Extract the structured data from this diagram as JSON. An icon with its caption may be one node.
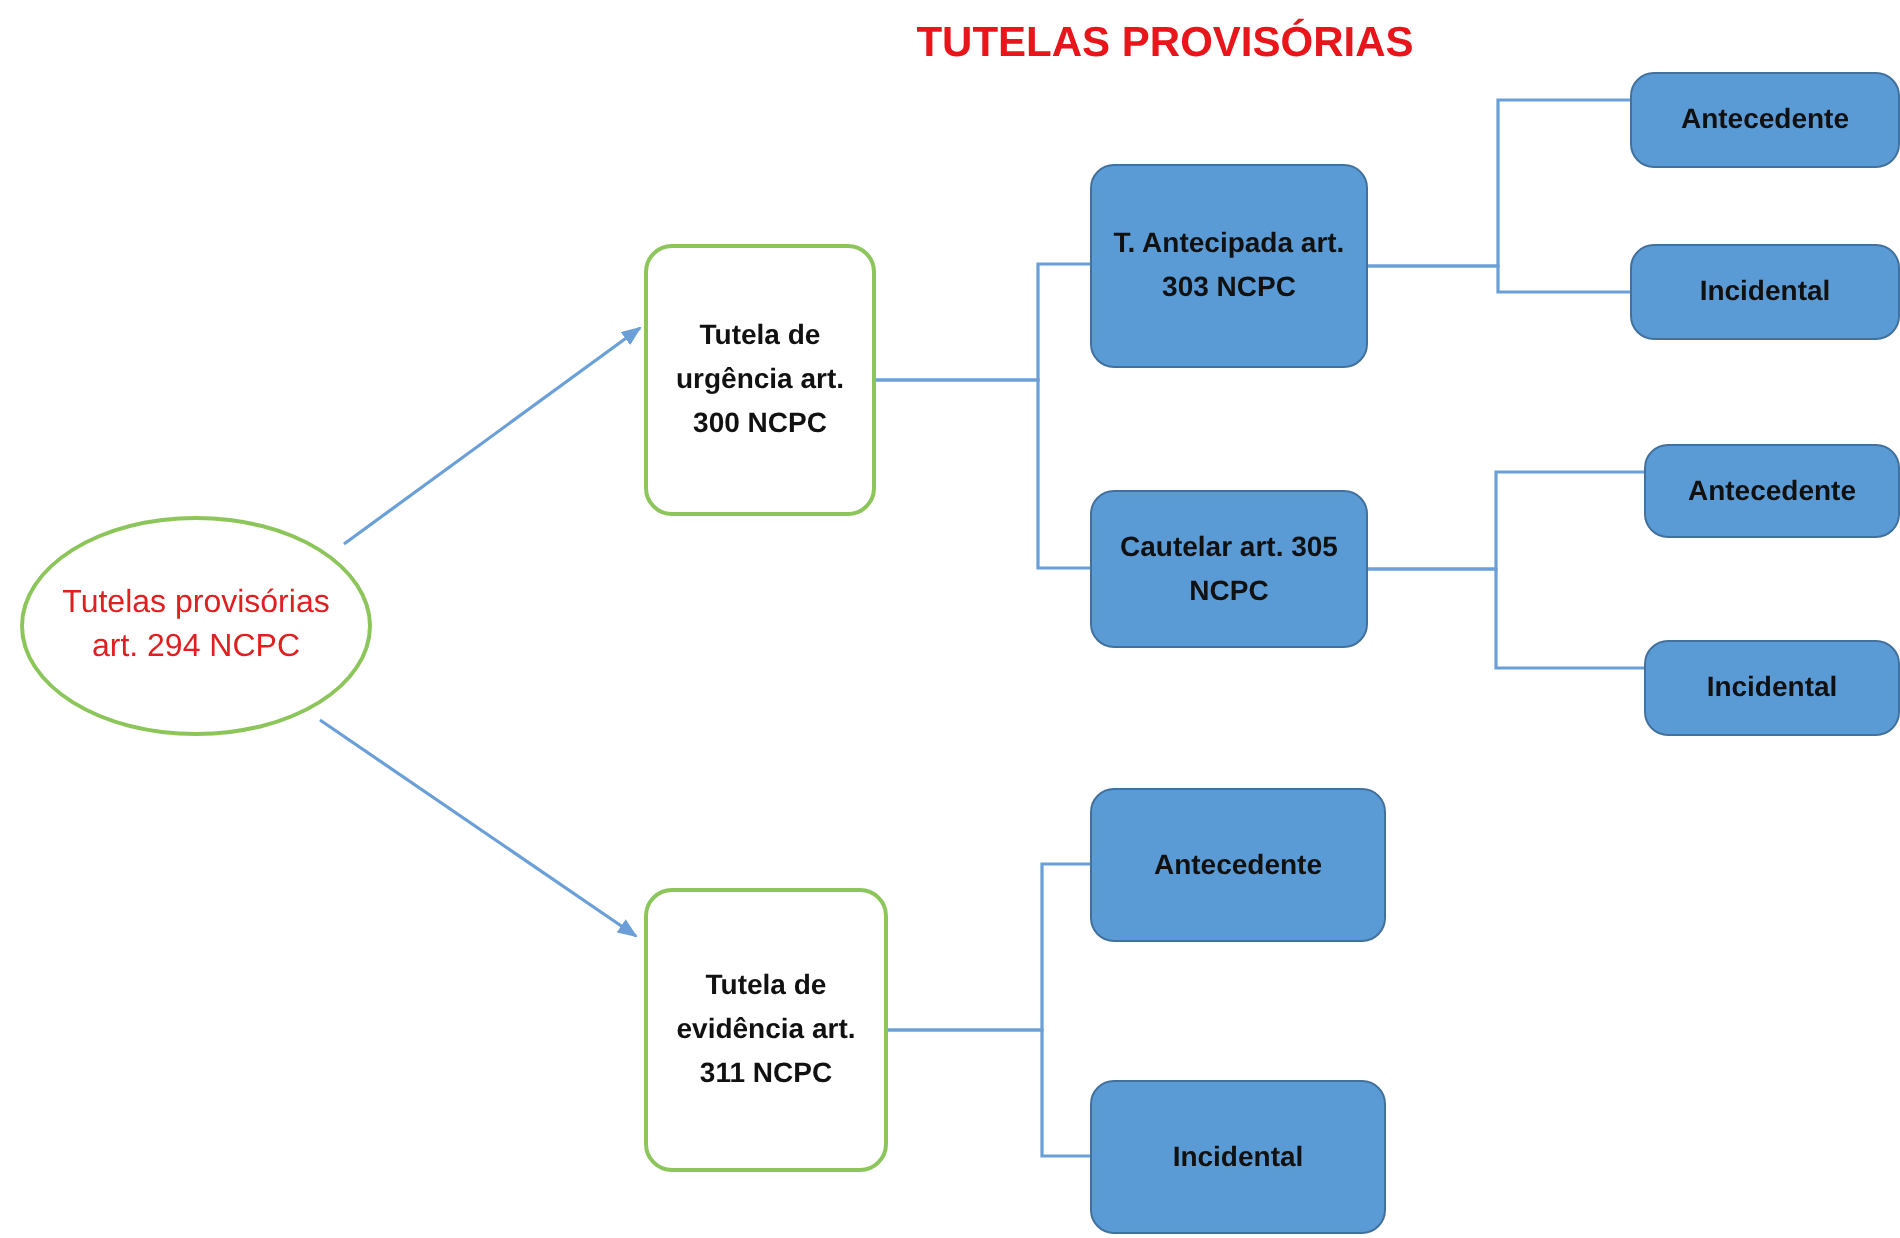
{
  "diagram": {
    "title": "TUTELAS PROVISÓRIAS",
    "nodes": [
      {
        "text": [
          "Tutelas provisórias art. 294 NCPC"
        ]
      },
      {
        "text": [
          "Tutela de urgência art. 300 NCPC"
        ]
      },
      {
        "text": [
          "Tutela de evidência art. 311 NCPC"
        ]
      },
      {
        "text": [
          "T. Antecipada art. 303 NCPC"
        ]
      },
      {
        "text": [
          "Cautelar art. 305 NCPC"
        ]
      },
      {
        "text": [
          "Antecedente"
        ]
      },
      {
        "text": [
          "Incidental"
        ]
      },
      {
        "text": [
          "Antecedente"
        ]
      },
      {
        "text": [
          "Incidental"
        ]
      },
      {
        "text": [
          "Antecedente"
        ]
      },
      {
        "text": [
          "Incidental"
        ]
      }
    ],
    "edges": [
      {
        "from": 0,
        "to": 1,
        "arrow": "to"
      },
      {
        "from": 0,
        "to": 2,
        "arrow": "to"
      },
      {
        "from": 1,
        "to": 3,
        "arrow": "none"
      },
      {
        "from": 1,
        "to": 4,
        "arrow": "none"
      },
      {
        "from": 3,
        "to": 5,
        "arrow": "none"
      },
      {
        "from": 3,
        "to": 6,
        "arrow": "none"
      },
      {
        "from": 4,
        "to": 7,
        "arrow": "none"
      },
      {
        "from": 4,
        "to": 8,
        "arrow": "none"
      },
      {
        "from": 2,
        "to": 9,
        "arrow": "none"
      },
      {
        "from": 2,
        "to": 10,
        "arrow": "none"
      }
    ]
  }
}
